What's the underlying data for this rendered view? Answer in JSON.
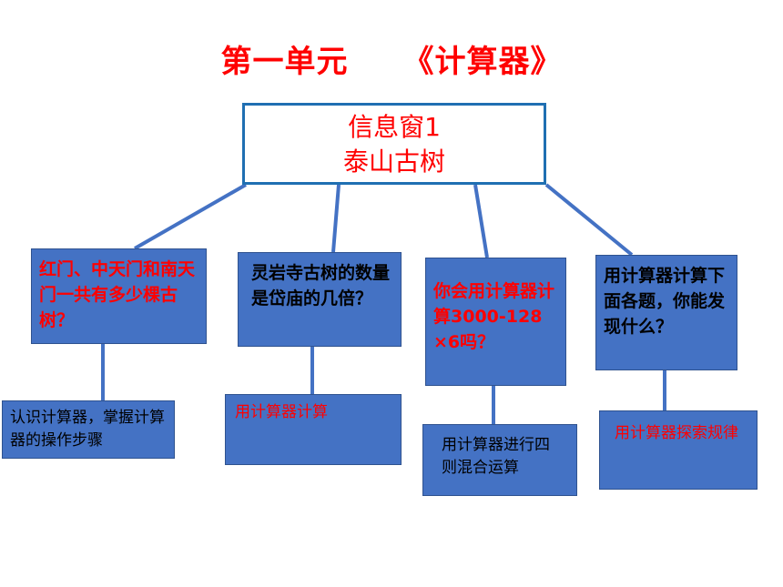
{
  "title": {
    "unit": "第一单元",
    "book": "《计算器》"
  },
  "root": {
    "line1": "信息窗1",
    "line2": "泰山古树"
  },
  "questions": [
    "红门、中天门和南天门一共有多少棵古树？",
    "灵岩寺古树的数量是岱庙的几倍？",
    "你会用计算器计算3000-128 ×6吗？",
    "用计算器计算下面各题，你能发现什么？"
  ],
  "answers": [
    "认识计算器，掌握计算器的操作步骤",
    "用计算器计算",
    "用计算器进行四则混合运算",
    "用计算器探索规律"
  ],
  "colors": {
    "box_fill": "#4472c4",
    "line": "#4472c4",
    "root_border": "#1f6fb2",
    "highlight_text": "#ff0000"
  }
}
